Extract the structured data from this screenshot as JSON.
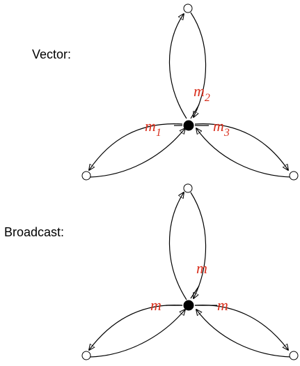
{
  "colors": {
    "stroke": "#000000",
    "hub_fill": "#000000",
    "leaf_fill": "#ffffff",
    "message": "#d9301e"
  },
  "panels": [
    {
      "label": "Vector:",
      "edge_labels": [
        {
          "symbol": "m",
          "subscript": "1"
        },
        {
          "symbol": "m",
          "subscript": "2"
        },
        {
          "symbol": "m",
          "subscript": "3"
        }
      ]
    },
    {
      "label": "Broadcast:",
      "edge_labels": [
        {
          "symbol": "m",
          "subscript": ""
        },
        {
          "symbol": "m",
          "subscript": ""
        },
        {
          "symbol": "m",
          "subscript": ""
        }
      ]
    }
  ]
}
